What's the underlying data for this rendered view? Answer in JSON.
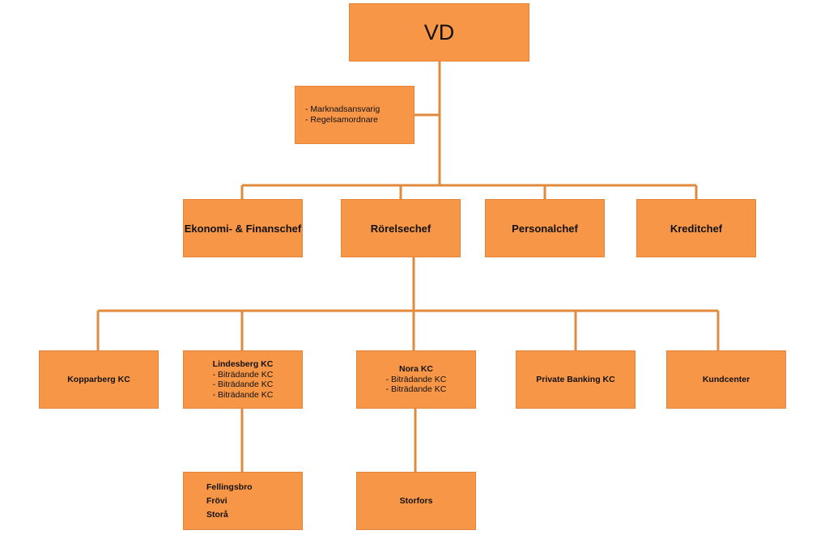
{
  "org": {
    "root": {
      "label": "VD"
    },
    "staff": {
      "lines": [
        "- Marknadsansvarig",
        "- Regelsamordnare"
      ]
    },
    "level2": [
      {
        "label": "Ekonomi- & Finanschef"
      },
      {
        "label": "Rörelsechef"
      },
      {
        "label": "Personalchef"
      },
      {
        "label": "Kreditchef"
      }
    ],
    "level3": [
      {
        "title": "Kopparberg KC",
        "subs": []
      },
      {
        "title": "Lindesberg KC",
        "subs": [
          "- Biträdande KC",
          "- Biträdande KC",
          "- Biträdande KC"
        ]
      },
      {
        "title": "Nora KC",
        "subs": [
          "- Biträdande KC",
          "- Biträdande KC"
        ]
      },
      {
        "title": "Private Banking KC",
        "subs": []
      },
      {
        "title": "Kundcenter",
        "subs": []
      }
    ],
    "level4": [
      {
        "lines": [
          "Fellingsbro",
          "Frövi",
          "Storå"
        ]
      },
      {
        "lines": [
          "Storfors"
        ]
      }
    ]
  },
  "colors": {
    "box_fill": "#f79646",
    "connector": "#e08a3c"
  }
}
